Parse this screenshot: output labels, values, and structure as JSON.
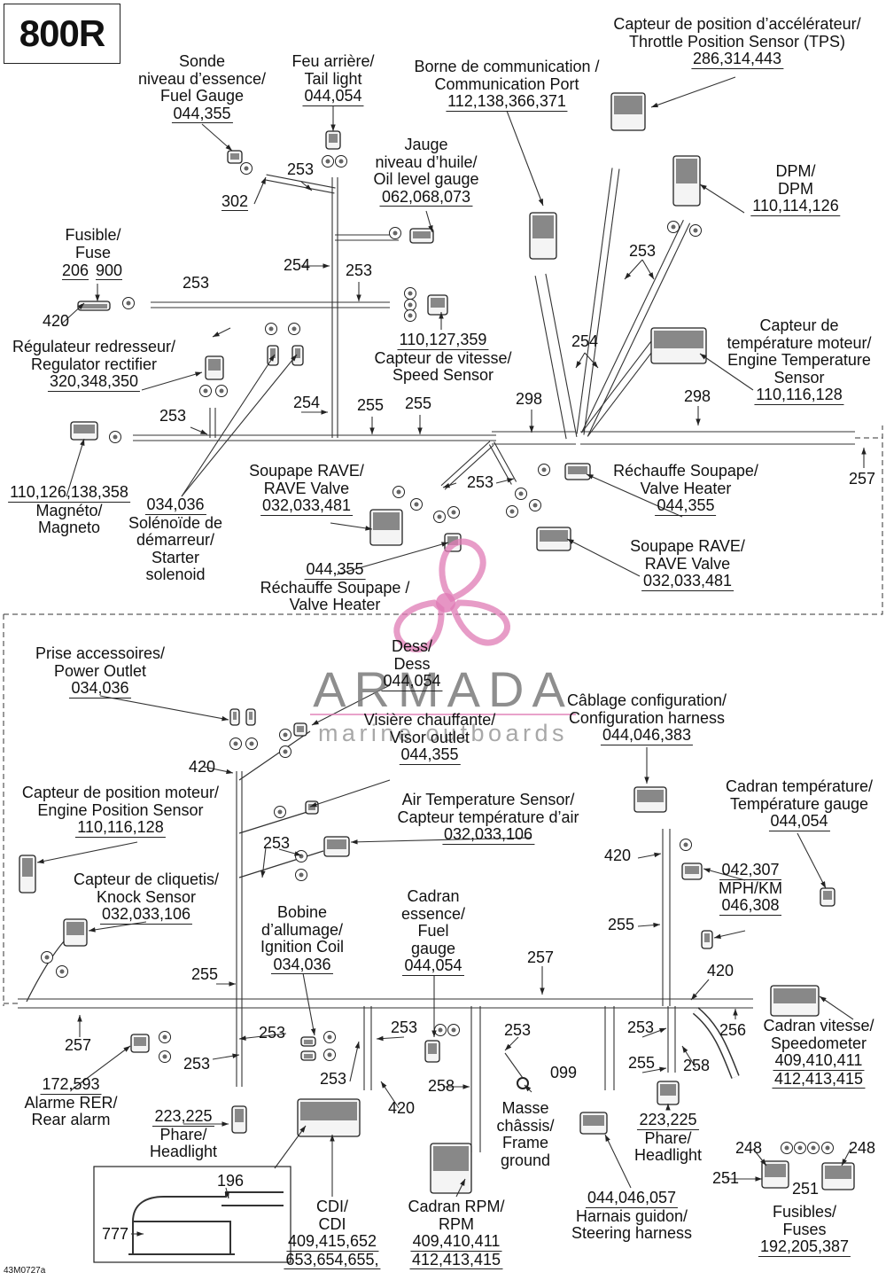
{
  "model": "800R",
  "doc_ref": "43M0727a",
  "watermark": {
    "brand": "ARMADA",
    "tagline": "marine outboards",
    "color": "#e07bb5"
  },
  "labels": {
    "tps": {
      "lines": [
        "Capteur de position d’accélérateur/",
        "Throttle Position Sensor (TPS)"
      ],
      "part": "286,314,443"
    },
    "fuel_gauge_top": {
      "lines": [
        "Sonde",
        "niveau d’essence/",
        "Fuel Gauge"
      ],
      "part": "044,355"
    },
    "tail_light": {
      "lines": [
        "Feu arrière/",
        "Tail light"
      ],
      "part": "044,054"
    },
    "comm_port": {
      "lines": [
        "Borne de communication /",
        "Communication Port"
      ],
      "part": "112,138,366,371"
    },
    "oil_gauge": {
      "lines": [
        "Jauge",
        "niveau d’huile/",
        "Oil level gauge"
      ],
      "part": "062,068,073"
    },
    "dpm": {
      "lines": [
        "DPM/",
        "DPM"
      ],
      "part": "110,114,126"
    },
    "fuse_top": {
      "lines": [
        "Fusible/",
        "Fuse"
      ]
    },
    "speed_sensor": {
      "part": "110,127,359",
      "lines": [
        "Capteur de vitesse/",
        "Speed Sensor"
      ]
    },
    "engine_temp": {
      "lines": [
        "Capteur de",
        "température moteur/",
        "Engine Temperature",
        "Sensor"
      ],
      "part": "110,116,128"
    },
    "regulator": {
      "lines": [
        "Régulateur redresseur/",
        "Regulator rectifier"
      ],
      "part": "320,348,350"
    },
    "rave_valve_left": {
      "lines": [
        "Soupape RAVE/",
        "RAVE Valve"
      ],
      "part": "032,033,481"
    },
    "valve_heater_right": {
      "lines": [
        "Réchauffe Soupape/",
        "Valve Heater"
      ],
      "part": "044,355"
    },
    "magneto": {
      "part": "110,126,138,358",
      "lines": [
        "Magnéto/",
        "Magneto"
      ]
    },
    "starter_solenoid": {
      "part": "034,036",
      "lines": [
        "Solénoïde de",
        "démarreur/",
        "Starter",
        "solenoid"
      ]
    },
    "rave_valve_right": {
      "lines": [
        "Soupape RAVE/",
        "RAVE Valve"
      ],
      "part": "032,033,481"
    },
    "valve_heater_left": {
      "part": "044,355",
      "lines": [
        "Réchauffe Soupape /",
        "Valve Heater"
      ]
    },
    "power_outlet": {
      "lines": [
        "Prise accessoires/",
        "Power Outlet"
      ],
      "part": "034,036"
    },
    "dess": {
      "lines": [
        "Dess/",
        "Dess"
      ],
      "part": "044,054"
    },
    "visor_outlet": {
      "lines": [
        "Visière chauffante/",
        "Visor outlet"
      ],
      "part": "044,355"
    },
    "config_harness": {
      "lines": [
        "Câblage configuration/",
        "Configuration harness"
      ],
      "part": "044,046,383"
    },
    "engine_position": {
      "lines": [
        "Capteur de position moteur/",
        "Engine Position Sensor"
      ],
      "part": "110,116,128"
    },
    "air_temp": {
      "lines": [
        "Air Temperature Sensor/",
        "Capteur température d’air"
      ],
      "part": "032,033,106"
    },
    "temp_gauge": {
      "lines": [
        "Cadran température/",
        "Température gauge"
      ],
      "part": "044,054"
    },
    "mph_km": {
      "part_top": "042,307",
      "lines": [
        "MPH/KM"
      ],
      "part": "046,308"
    },
    "knock_sensor": {
      "lines": [
        "Capteur de cliquetis/",
        "Knock Sensor"
      ],
      "part": "032,033,106"
    },
    "ignition_coil": {
      "lines": [
        "Bobine",
        "d’allumage/",
        "Ignition Coil"
      ],
      "part": "034,036"
    },
    "fuel_gauge_dash": {
      "lines": [
        "Cadran",
        "essence/",
        "Fuel",
        "gauge"
      ],
      "part": "044,054"
    },
    "speedometer": {
      "lines": [
        "Cadran vitesse/",
        "Speedometer"
      ],
      "parts": [
        "409,410,411",
        "412,413,415"
      ]
    },
    "rear_alarm": {
      "part": "172,593",
      "lines": [
        "Alarme RER/",
        "Rear alarm"
      ]
    },
    "headlight_left": {
      "part": "223,225",
      "lines": [
        "Phare/",
        "Headlight"
      ]
    },
    "frame_ground": {
      "lines": [
        "Masse",
        "châssis/",
        "Frame",
        "ground"
      ]
    },
    "headlight_right": {
      "part": "223,225",
      "lines": [
        "Phare/",
        "Headlight"
      ]
    },
    "cdi": {
      "lines": [
        "CDI/",
        "CDI"
      ],
      "parts": [
        "409,415,652",
        "653,654,655,"
      ]
    },
    "rpm": {
      "lines": [
        "Cadran RPM/",
        "RPM"
      ],
      "parts": [
        "409,410,411",
        "412,413,415"
      ]
    },
    "steering_harness": {
      "part": "044,046,057",
      "lines": [
        "Harnais guidon/",
        "Steering harness"
      ]
    },
    "fuses_bottom": {
      "lines": [
        "Fusibles/",
        "Fuses"
      ],
      "part": "192,205,387"
    }
  },
  "ref_numbers": [
    "302",
    "253",
    "206",
    "900",
    "420",
    "254",
    "253",
    "253",
    "254",
    "255",
    "255",
    "298",
    "298",
    "254",
    "253",
    "257",
    "253",
    "420",
    "253",
    "420",
    "255",
    "257",
    "420",
    "255",
    "256",
    "257",
    "253",
    "253",
    "253",
    "258",
    "253",
    "420",
    "099",
    "253",
    "255",
    "258",
    "248",
    "248",
    "251",
    "251",
    "196",
    "777",
    "253",
    "253"
  ]
}
